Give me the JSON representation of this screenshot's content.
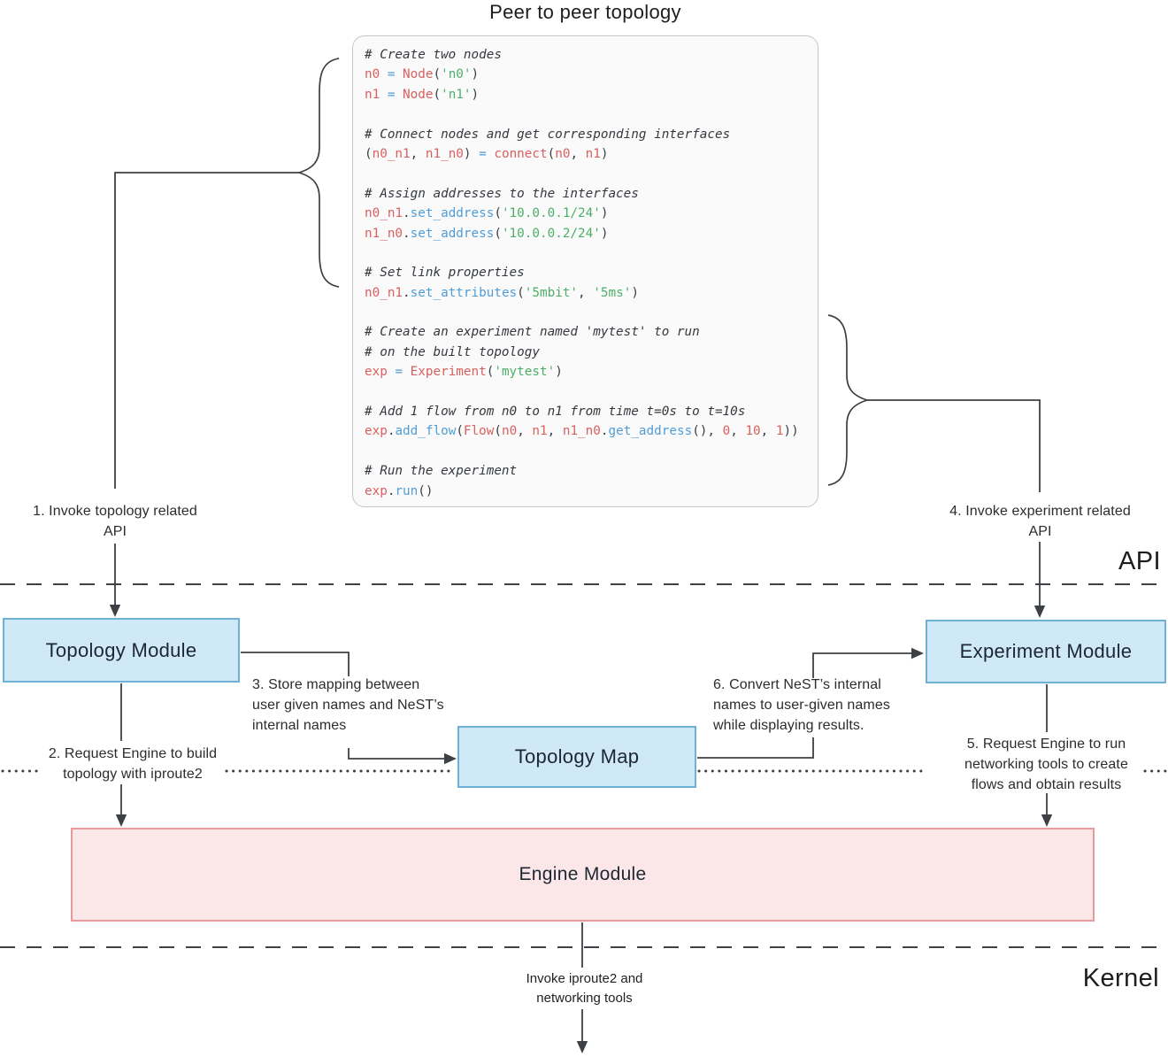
{
  "title": "Peer to peer topology",
  "colors": {
    "line": "#3d4044",
    "label_text": "#2c2c2c",
    "module_blue_fill": "#cfe9f8",
    "module_blue_border": "#6fb0d6",
    "engine_red_fill": "#fbe7e7",
    "engine_red_border": "#e89a9a",
    "code_bg": "#fafafa",
    "code_border": "#c6c6c6",
    "code_plain": "#3a3f45",
    "code_red": "#d9605f",
    "code_blue": "#4f9dd6",
    "code_green": "#4caf68",
    "code_comment": "#35393f"
  },
  "code_panel": {
    "lines": [
      [
        [
          "comment",
          "# Create two nodes"
        ]
      ],
      [
        [
          "red",
          "n0"
        ],
        [
          "plain",
          " "
        ],
        [
          "blue",
          "="
        ],
        [
          "plain",
          " "
        ],
        [
          "red",
          "Node"
        ],
        [
          "plain",
          "("
        ],
        [
          "green",
          "'n0'"
        ],
        [
          "plain",
          ")"
        ]
      ],
      [
        [
          "red",
          "n1"
        ],
        [
          "plain",
          " "
        ],
        [
          "blue",
          "="
        ],
        [
          "plain",
          " "
        ],
        [
          "red",
          "Node"
        ],
        [
          "plain",
          "("
        ],
        [
          "green",
          "'n1'"
        ],
        [
          "plain",
          ")"
        ]
      ],
      [],
      [
        [
          "comment",
          "# Connect nodes and get corresponding interfaces"
        ]
      ],
      [
        [
          "plain",
          "("
        ],
        [
          "red",
          "n0_n1"
        ],
        [
          "plain",
          ", "
        ],
        [
          "red",
          "n1_n0"
        ],
        [
          "plain",
          ") "
        ],
        [
          "blue",
          "="
        ],
        [
          "plain",
          " "
        ],
        [
          "red",
          "connect"
        ],
        [
          "plain",
          "("
        ],
        [
          "red",
          "n0"
        ],
        [
          "plain",
          ", "
        ],
        [
          "red",
          "n1"
        ],
        [
          "plain",
          ")"
        ]
      ],
      [],
      [
        [
          "comment",
          "# Assign addresses to the interfaces"
        ]
      ],
      [
        [
          "red",
          "n0_n1"
        ],
        [
          "plain",
          "."
        ],
        [
          "blue",
          "set_address"
        ],
        [
          "plain",
          "("
        ],
        [
          "green",
          "'10.0.0.1/24'"
        ],
        [
          "plain",
          ")"
        ]
      ],
      [
        [
          "red",
          "n1_n0"
        ],
        [
          "plain",
          "."
        ],
        [
          "blue",
          "set_address"
        ],
        [
          "plain",
          "("
        ],
        [
          "green",
          "'10.0.0.2/24'"
        ],
        [
          "plain",
          ")"
        ]
      ],
      [],
      [
        [
          "comment",
          "# Set link properties"
        ]
      ],
      [
        [
          "red",
          "n0_n1"
        ],
        [
          "plain",
          "."
        ],
        [
          "blue",
          "set_attributes"
        ],
        [
          "plain",
          "("
        ],
        [
          "green",
          "'5mbit'"
        ],
        [
          "plain",
          ", "
        ],
        [
          "green",
          "'5ms'"
        ],
        [
          "plain",
          ")"
        ]
      ],
      [],
      [
        [
          "comment",
          "# Create an experiment named 'mytest' to run"
        ]
      ],
      [
        [
          "comment",
          "# on the built topology"
        ]
      ],
      [
        [
          "red",
          "exp"
        ],
        [
          "plain",
          " "
        ],
        [
          "blue",
          "="
        ],
        [
          "plain",
          " "
        ],
        [
          "red",
          "Experiment"
        ],
        [
          "plain",
          "("
        ],
        [
          "green",
          "'mytest'"
        ],
        [
          "plain",
          ")"
        ]
      ],
      [],
      [
        [
          "comment",
          "# Add 1 flow from n0 to n1 from time t=0s to t=10s"
        ]
      ],
      [
        [
          "red",
          "exp"
        ],
        [
          "plain",
          "."
        ],
        [
          "blue",
          "add_flow"
        ],
        [
          "plain",
          "("
        ],
        [
          "red",
          "Flow"
        ],
        [
          "plain",
          "("
        ],
        [
          "red",
          "n0"
        ],
        [
          "plain",
          ", "
        ],
        [
          "red",
          "n1"
        ],
        [
          "plain",
          ", "
        ],
        [
          "red",
          "n1_n0"
        ],
        [
          "plain",
          "."
        ],
        [
          "blue",
          "get_address"
        ],
        [
          "plain",
          "(), "
        ],
        [
          "red",
          "0"
        ],
        [
          "plain",
          ", "
        ],
        [
          "red",
          "10"
        ],
        [
          "plain",
          ", "
        ],
        [
          "red",
          "1"
        ],
        [
          "plain",
          "))"
        ]
      ],
      [],
      [
        [
          "comment",
          "# Run the experiment"
        ]
      ],
      [
        [
          "red",
          "exp"
        ],
        [
          "plain",
          "."
        ],
        [
          "blue",
          "run"
        ],
        [
          "plain",
          "()"
        ]
      ]
    ]
  },
  "modules": {
    "topology": {
      "label": "Topology Module"
    },
    "topology_map": {
      "label": "Topology Map"
    },
    "experiment": {
      "label": "Experiment Module"
    },
    "engine": {
      "label": "Engine Module"
    }
  },
  "steps": {
    "step1": "1. Invoke topology related\nAPI",
    "step2": "2. Request Engine to build\ntopology with iproute2",
    "step3": "3. Store mapping between\nuser given names and NeST’s\ninternal names",
    "step4": "4. Invoke experiment related\nAPI",
    "step5": "5. Request Engine to run\nnetworking tools to create\nflows and obtain results",
    "step6": "6. Convert NeST’s internal\nnames to user-given names\nwhile displaying results."
  },
  "layers": {
    "api": "API",
    "kernel": "Kernel"
  },
  "bottom_label": "Invoke iproute2 and\nnetworking tools"
}
